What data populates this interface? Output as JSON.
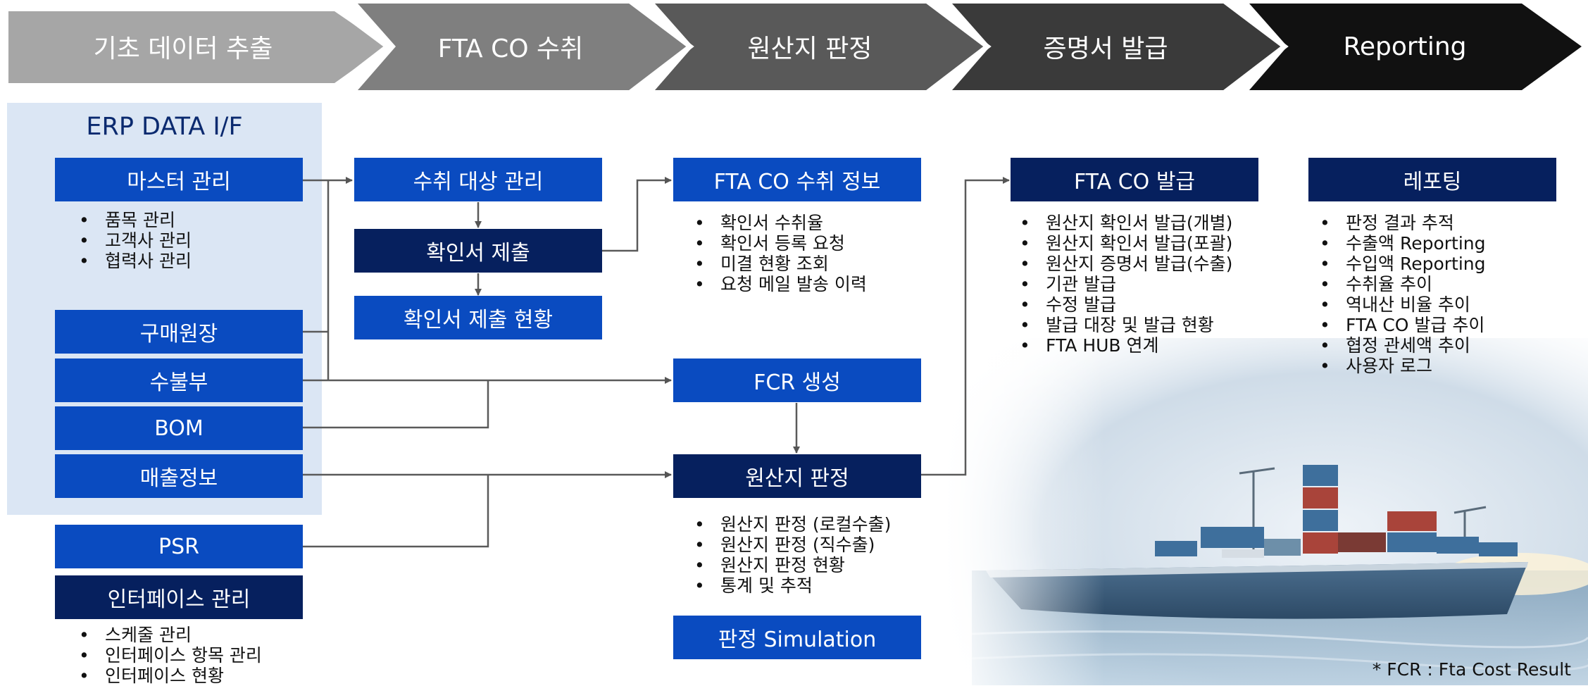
{
  "process_steps": [
    "기초 데이터 추출",
    "FTA CO 수취",
    "원산지 판정",
    "증명서 발급",
    "Reporting"
  ],
  "step_colors": [
    "#a6a6a6",
    "#7f7f7f",
    "#595959",
    "#3a3a3a",
    "#111111"
  ],
  "accent_colors": {
    "blue": "#0a4bc0",
    "navy": "#06205e",
    "panel": "#dbe6f4"
  },
  "erp": {
    "title": "ERP DATA I/F",
    "master": {
      "label": "마스터 관리",
      "items": [
        "품목 관리",
        "고객사 관리",
        "협력사 관리"
      ]
    },
    "purchase_ledger": "구매원장",
    "inout_ledger": "수불부",
    "bom": "BOM",
    "sales_info": "매출정보"
  },
  "psr": "PSR",
  "interface": {
    "label": "인터페이스 관리",
    "items": [
      "스케줄 관리",
      "인터페이스 항목  관리",
      "인터페이스 현황"
    ]
  },
  "receipt": {
    "target_mgmt": "수취 대상 관리",
    "submission": "확인서 제출",
    "submission_status": "확인서 제출 현황"
  },
  "fta_co_info": {
    "label": "FTA CO 수취 정보",
    "items": [
      "확인서 수취율",
      "확인서 등록 요청",
      "미결 현황 조회",
      "요청 메일 발송 이력"
    ]
  },
  "fcr": "FCR 생성",
  "origin": {
    "label": "원산지 판정",
    "items": [
      "원산지 판정 (로컬수출)",
      "원산지 판정 (직수출)",
      "원산지 판정 현황",
      "통계 및 추적"
    ]
  },
  "simulation": "판정 Simulation",
  "issue": {
    "label": "FTA CO 발급",
    "items": [
      "원산지 확인서 발급(개별)",
      "원산지 확인서 발급(포괄)",
      "원산지 증명서 발급(수출)",
      "기관 발급",
      "수정 발급",
      "발급 대장 및 발급 현황",
      "FTA HUB 연계"
    ]
  },
  "report": {
    "label": "레포팅",
    "items": [
      "판정 결과 추적",
      "수출액 Reporting",
      "수입액 Reporting",
      "수취율 추이",
      "역내산 비율 추이",
      "FTA CO 발급 추이",
      "협정 관세액 추이",
      "사용자 로그"
    ]
  },
  "footnote": "* FCR : Fta Cost Result",
  "image_description_icon": "cargo-ship-illustration"
}
